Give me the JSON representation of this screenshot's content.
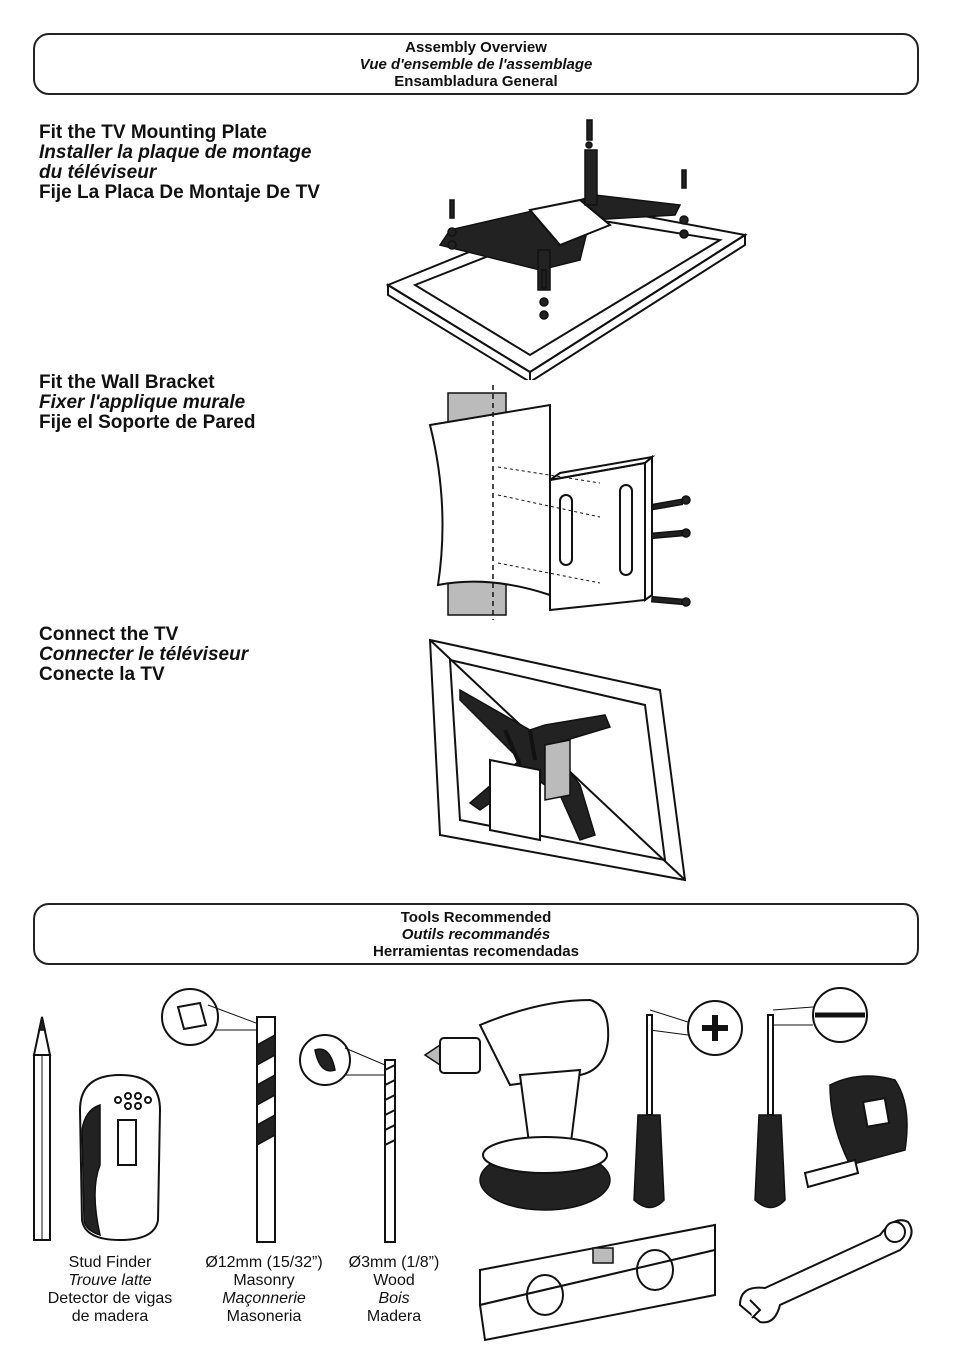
{
  "overview": {
    "en": "Assembly Overview",
    "fr": "Vue d'ensemble de l'assemblage",
    "es": "Ensambladura General"
  },
  "steps": [
    {
      "en": "Fit the TV Mounting Plate",
      "fr_1": "Installer la plaque de montage",
      "fr_2": "du téléviseur",
      "es": "Fije La Placa De Montaje De TV"
    },
    {
      "en": "Fit the Wall Bracket",
      "fr": "Fixer l'applique murale",
      "es": "Fije el Soporte de Pared"
    },
    {
      "en": "Connect the TV",
      "fr": "Connecter le téléviseur",
      "es": "Conecte la TV"
    }
  ],
  "tools_header": {
    "en": "Tools Recommended",
    "fr": "Outils recommandés",
    "es": "Herramientas recomendadas"
  },
  "tools": {
    "stud_finder": {
      "en": "Stud Finder",
      "fr": "Trouve latte",
      "es_1": "Detector de vigas",
      "es_2": "de madera"
    },
    "masonry_bit": {
      "size": "Ø12mm (15/32”)",
      "en": "Masonry",
      "fr": "Maçonnerie",
      "es": "Masoneria"
    },
    "wood_bit": {
      "size": "Ø3mm (1/8”)",
      "en": "Wood",
      "fr": "Bois",
      "es": "Madera"
    }
  }
}
